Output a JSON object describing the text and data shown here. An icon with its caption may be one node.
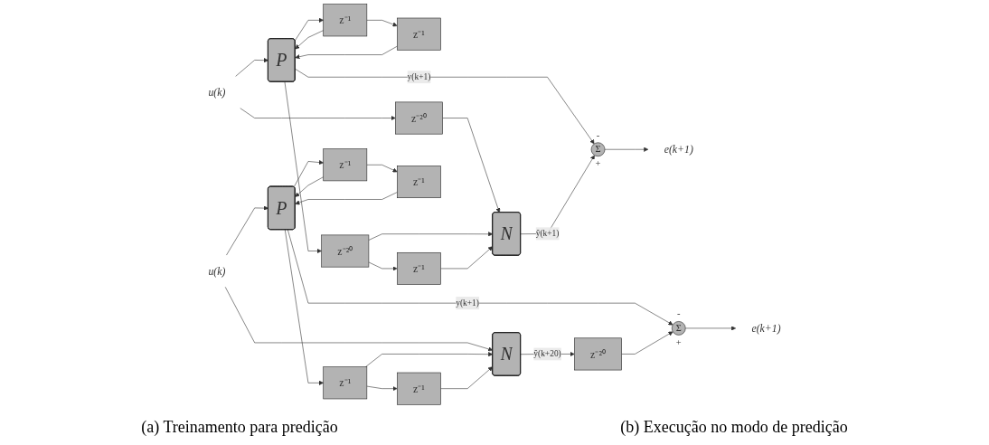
{
  "diagram": {
    "nodes": [
      {
        "text": [
          "u(k)"
        ]
      },
      {
        "text": [
          "P"
        ]
      },
      {
        "text": [
          "z⁻¹"
        ]
      },
      {
        "text": [
          "z⁻¹"
        ]
      },
      {
        "text": [
          "Σ"
        ],
        "beside": [
          "-",
          "+"
        ]
      },
      {
        "text": [
          "e(k+1)"
        ]
      },
      {
        "text": [
          "z⁻²⁰"
        ]
      },
      {
        "text": [
          "N"
        ]
      },
      {
        "text": [
          "z⁻²⁰"
        ]
      },
      {
        "text": [
          "z⁻¹"
        ]
      },
      {
        "text": [
          "u(k)"
        ]
      },
      {
        "text": [
          "P"
        ]
      },
      {
        "text": [
          "z⁻¹"
        ]
      },
      {
        "text": [
          "z⁻¹"
        ]
      },
      {
        "text": [
          "Σ"
        ],
        "beside": [
          "-",
          "+"
        ]
      },
      {
        "text": [
          "e(k+1)"
        ]
      },
      {
        "text": [
          "z⁻²⁰"
        ]
      },
      {
        "text": [
          "N"
        ]
      },
      {
        "text": [
          "z⁻¹"
        ]
      },
      {
        "text": [
          "z⁻¹"
        ]
      }
    ],
    "edges": [
      {
        "from": 0,
        "to": 1,
        "arrow": "to"
      },
      {
        "from": 0,
        "to": 6,
        "arrow": "to"
      },
      {
        "from": 6,
        "to": 7,
        "arrow": "to"
      },
      {
        "from": 1,
        "to": 2,
        "arrow": "to"
      },
      {
        "from": 1,
        "to": 8,
        "arrow": "to"
      },
      {
        "from": 1,
        "to": 4,
        "label": "y(k+1)",
        "arrow": "to"
      },
      {
        "from": 2,
        "to": 1,
        "arrow": "to"
      },
      {
        "from": 2,
        "to": 3,
        "arrow": "to"
      },
      {
        "from": 3,
        "to": 1,
        "arrow": "to"
      },
      {
        "from": 4,
        "to": 5,
        "arrow": "to"
      },
      {
        "from": 7,
        "to": 4,
        "label": "ŷ(k+1)",
        "arrow": "to"
      },
      {
        "from": 8,
        "to": 7,
        "arrow": "to"
      },
      {
        "from": 8,
        "to": 9,
        "arrow": "to"
      },
      {
        "from": 9,
        "to": 7,
        "arrow": "to"
      },
      {
        "from": 10,
        "to": 11,
        "arrow": "to"
      },
      {
        "from": 10,
        "to": 17,
        "arrow": "to"
      },
      {
        "from": 11,
        "to": 12,
        "arrow": "to"
      },
      {
        "from": 11,
        "to": 18,
        "arrow": "to"
      },
      {
        "from": 11,
        "to": 14,
        "label": "y(k+1)",
        "arrow": "to"
      },
      {
        "from": 12,
        "to": 11,
        "arrow": "to"
      },
      {
        "from": 12,
        "to": 13,
        "arrow": "to"
      },
      {
        "from": 13,
        "to": 11,
        "arrow": "to"
      },
      {
        "from": 14,
        "to": 15,
        "arrow": "to"
      },
      {
        "from": 17,
        "to": 16,
        "label": "ŷ(k+20)",
        "arrow": "to"
      },
      {
        "from": 16,
        "to": 14,
        "arrow": "to"
      },
      {
        "from": 18,
        "to": 17,
        "arrow": "to"
      },
      {
        "from": 18,
        "to": 19,
        "arrow": "to"
      },
      {
        "from": 19,
        "to": 17,
        "arrow": "to"
      }
    ],
    "labels": [
      "(a) Treinamento para predição",
      "(b) Execução no modo de predição"
    ]
  }
}
